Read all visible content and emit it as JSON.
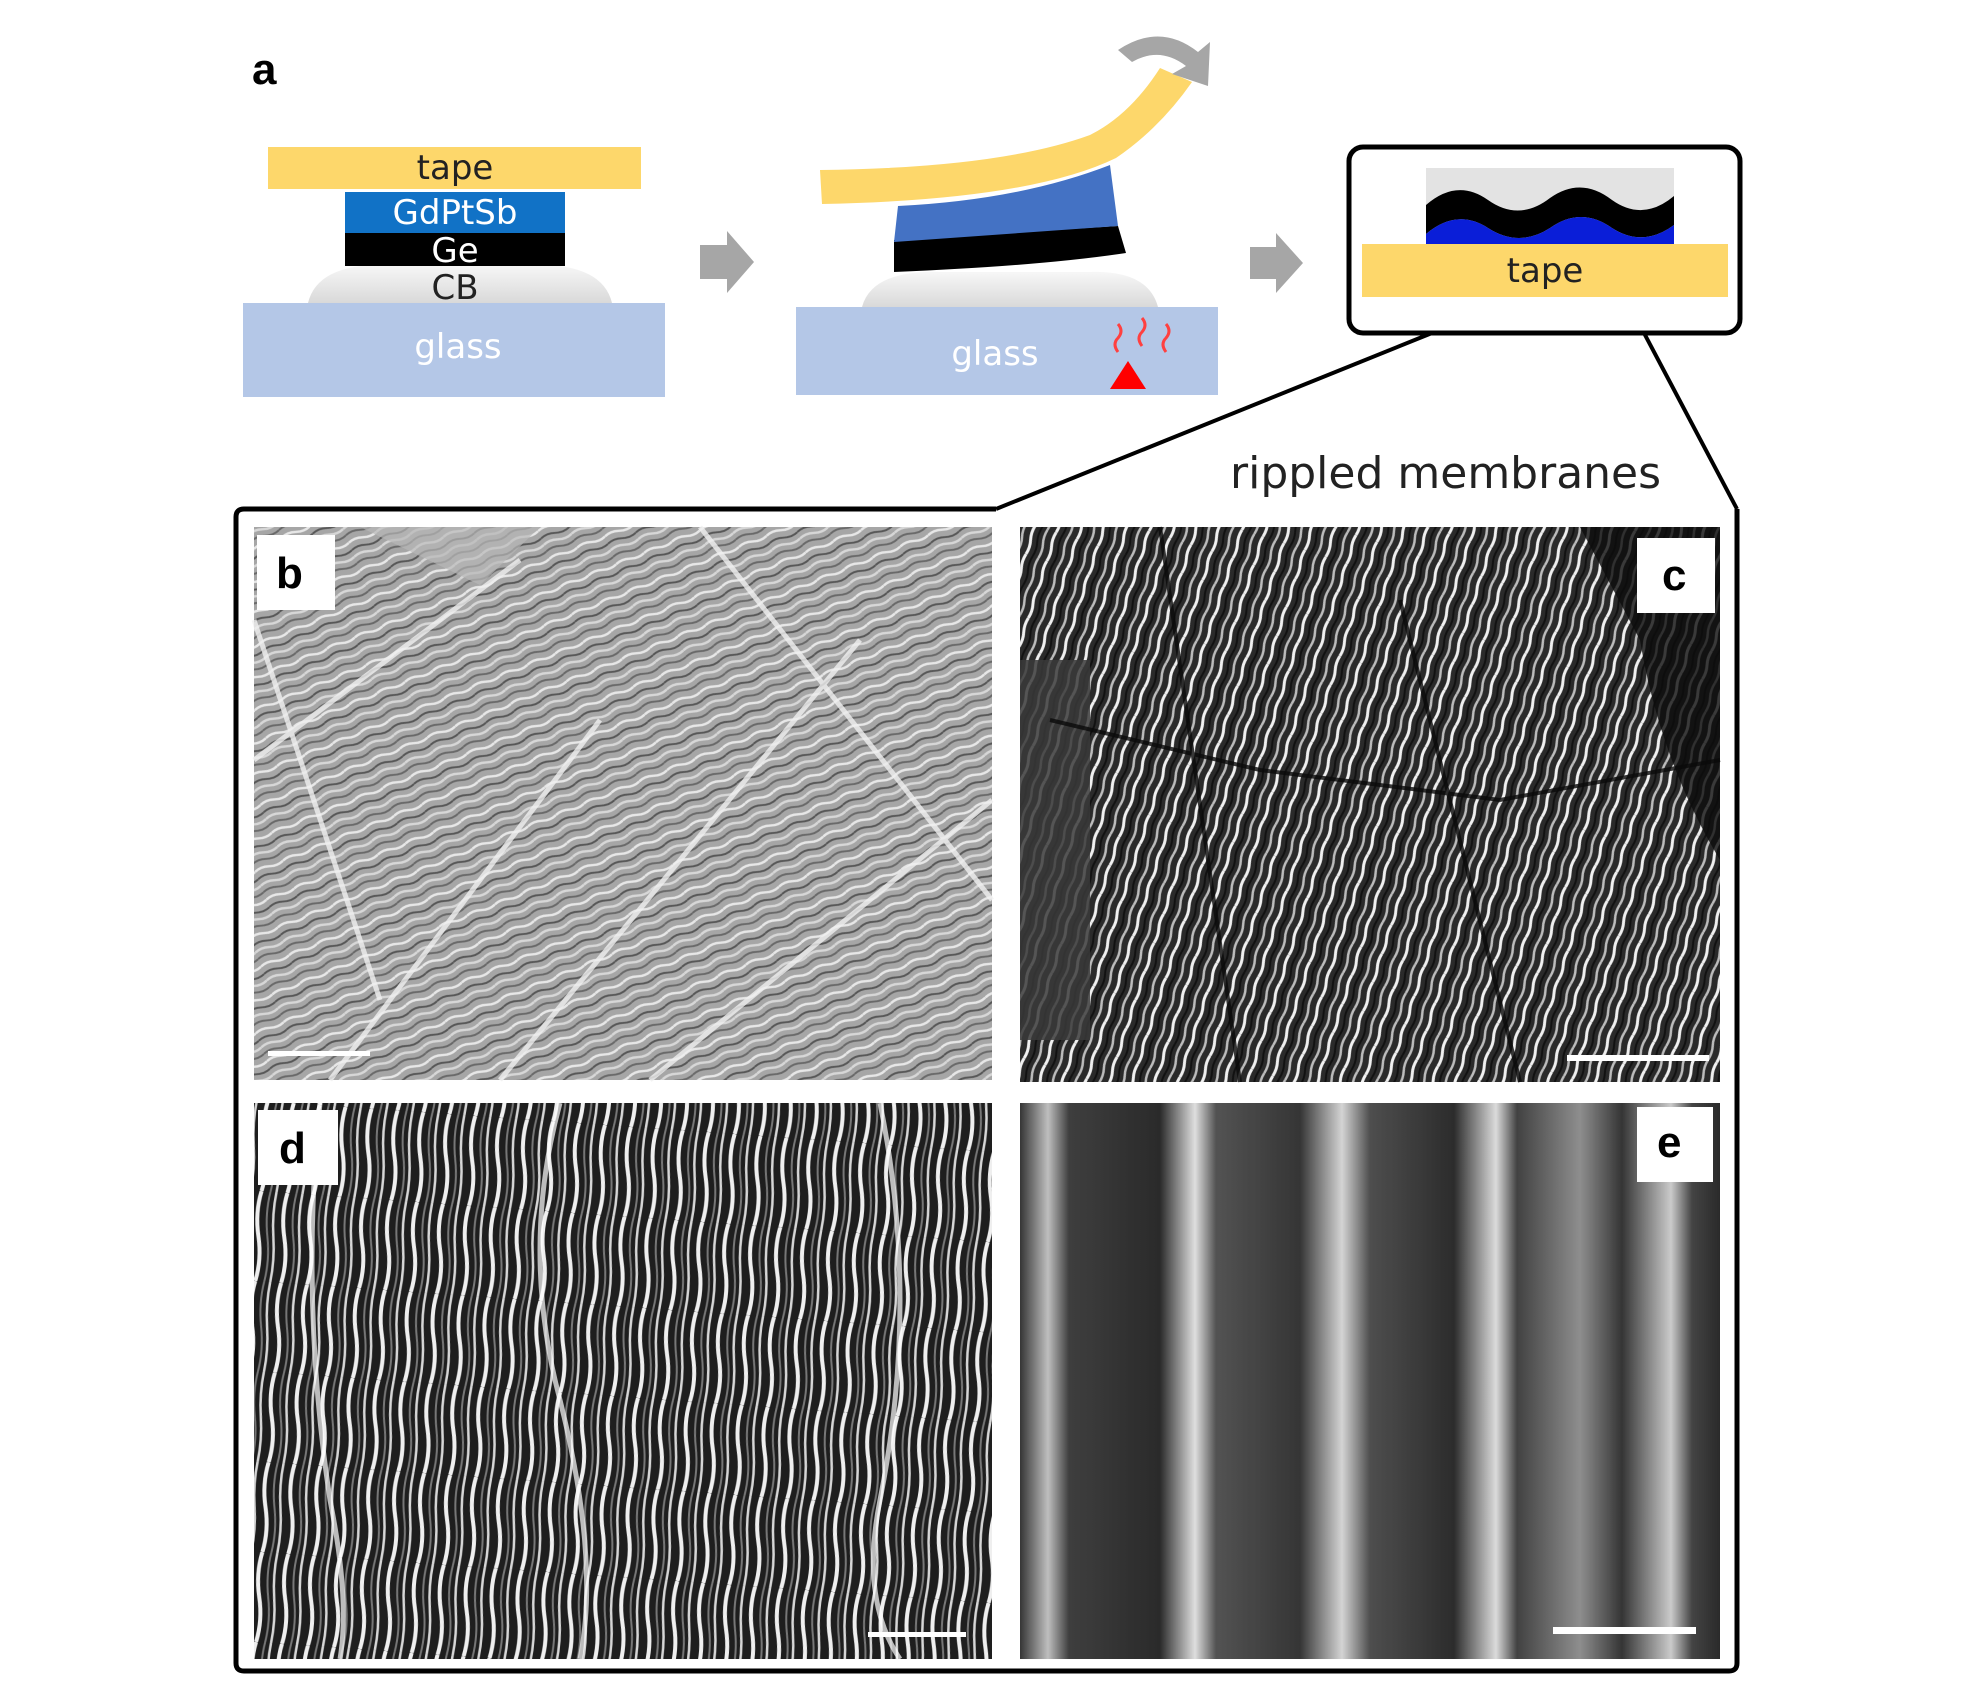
{
  "panels": {
    "a": "a",
    "b": "b",
    "c": "c",
    "d": "d",
    "e": "e"
  },
  "schematic": {
    "step1": {
      "tape": "tape",
      "gdptsb": "GdPtSb",
      "ge": "Ge",
      "cb": "CB",
      "glass": "glass"
    },
    "step2": {
      "glass": "glass"
    },
    "step3": {
      "tape": "tape"
    }
  },
  "caption": "rippled membranes",
  "colors": {
    "tape": "#fdd76b",
    "gdptsb": "#1172c6",
    "gdptsb_peeled": "#4472c4",
    "ge": "#000000",
    "cb": "#e9e9e9",
    "glass": "#b4c7e7",
    "arrow": "#a6a6a6",
    "heat": "#ff0000",
    "ripple_blue": "#0a1ed8"
  }
}
